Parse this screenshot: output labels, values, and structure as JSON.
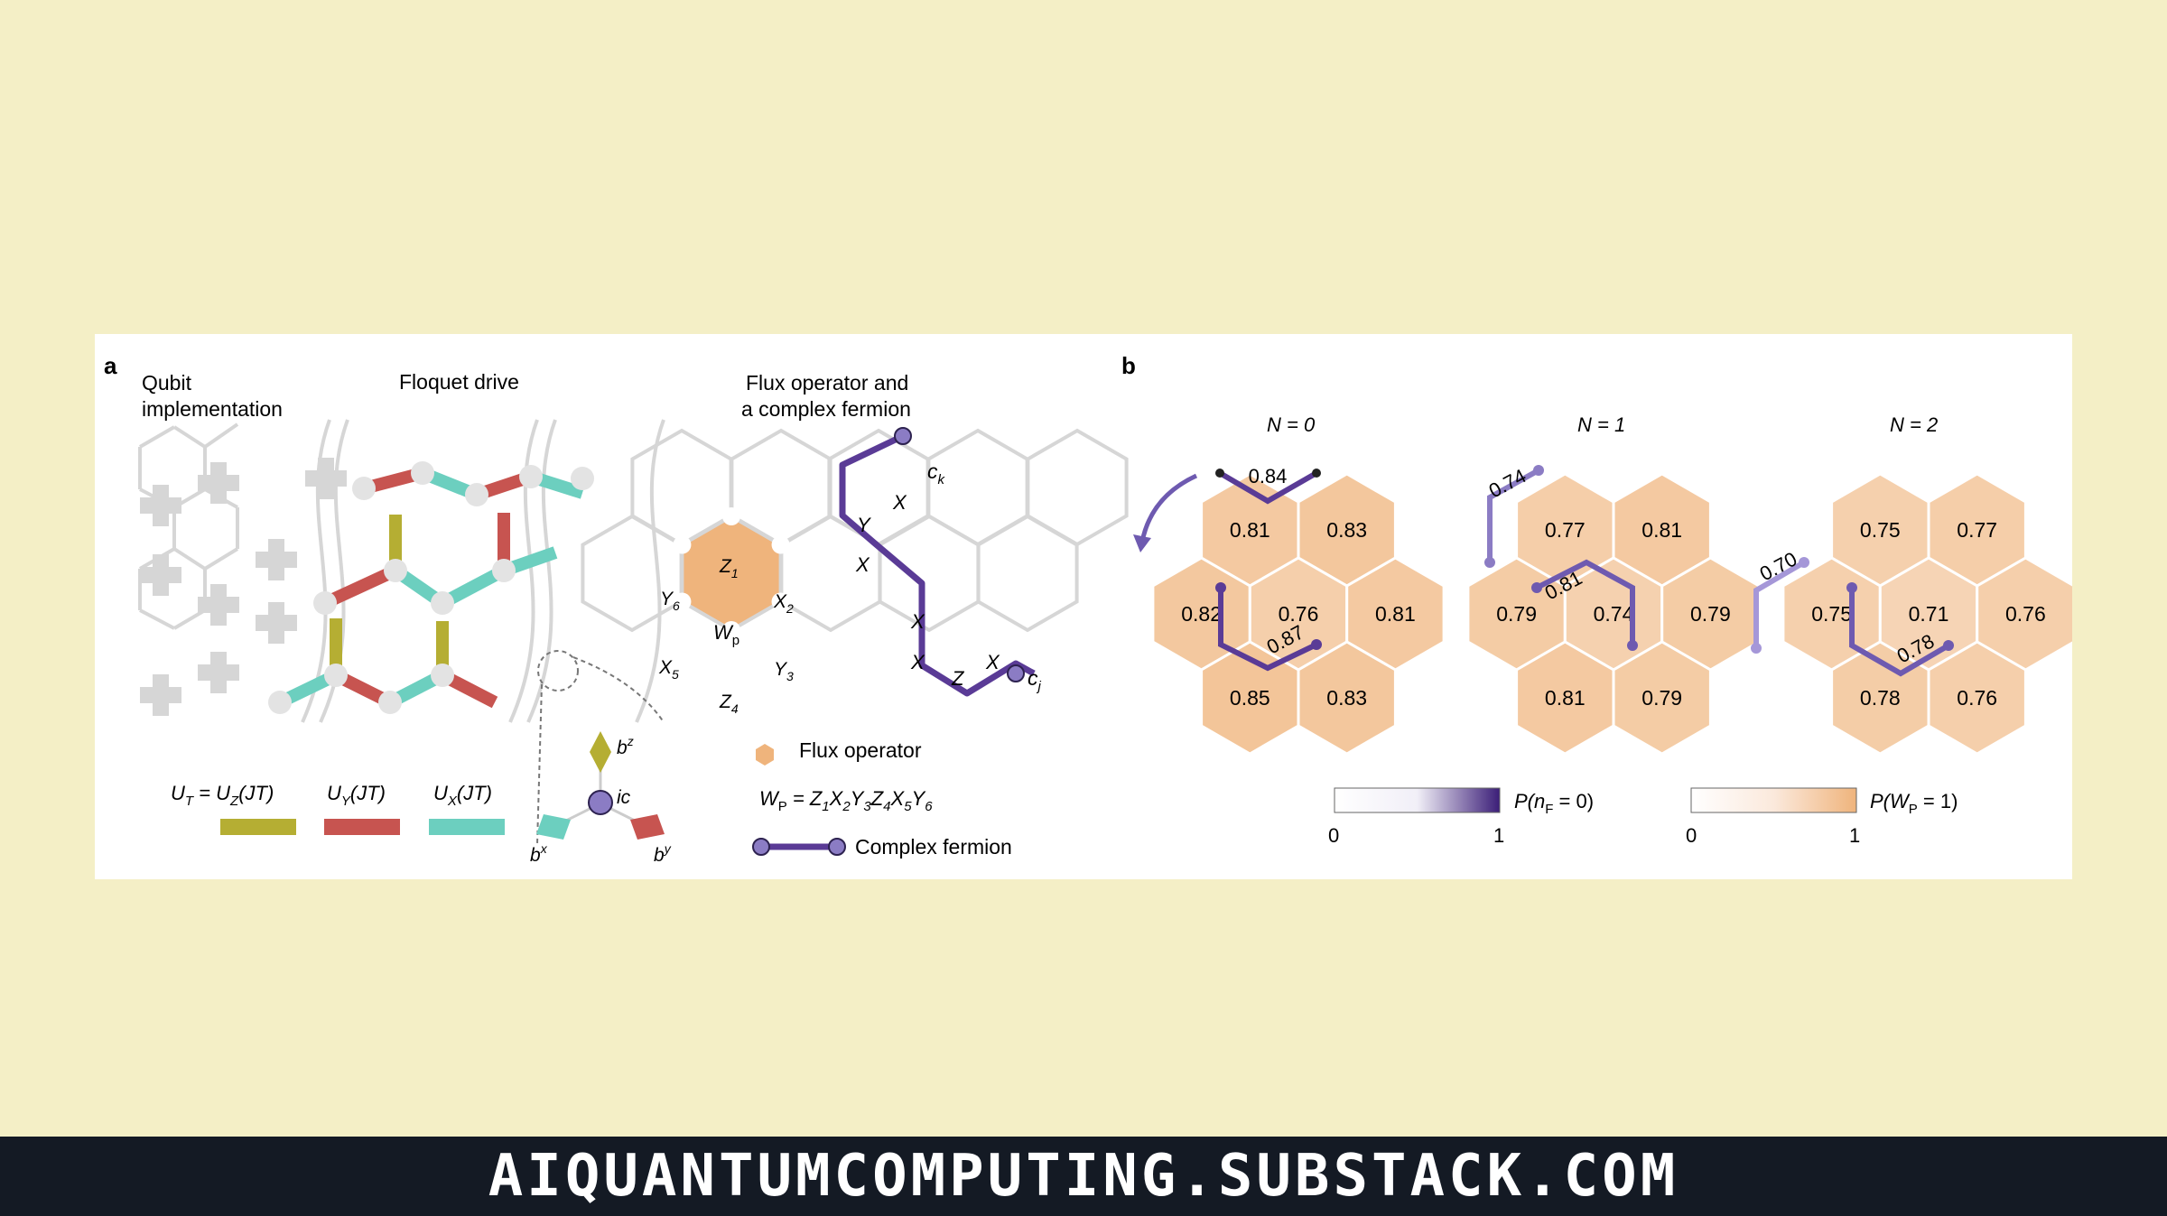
{
  "colors": {
    "background": "#f4efc6",
    "panel": "#ffffff",
    "lattice_gray": "#d9d9d9",
    "uz_olive": "#b5ae33",
    "uy_red": "#c75450",
    "ux_teal": "#6ccfbf",
    "fermion_purple": "#5a3b96",
    "flux_orange": "#efb47c",
    "hex_fill_light": "#f6dcbc",
    "banner": "#141a24",
    "banner_text": "#ffffff"
  },
  "panel_a": {
    "letter": "a",
    "col1_line1": "Qubit",
    "col1_line2": "implementation",
    "col2": "Floquet drive",
    "col3_line1": "Flux operator and",
    "col3_line2": "a complex fermion",
    "ck": "c",
    "ck_sub": "k",
    "cj": "c",
    "cj_sub": "j",
    "path_labels": [
      "X",
      "Y",
      "X",
      "X",
      "X",
      "Z",
      "X"
    ],
    "plaquette_W": "W",
    "plaquette_W_sub": "p",
    "vertex_labels": [
      {
        "main": "Z",
        "sub": "1"
      },
      {
        "main": "X",
        "sub": "2"
      },
      {
        "main": "Y",
        "sub": "3"
      },
      {
        "main": "Z",
        "sub": "4"
      },
      {
        "main": "X",
        "sub": "5"
      },
      {
        "main": "Y",
        "sub": "6"
      }
    ],
    "bz": "b",
    "bz_sup": "z",
    "bx": "b",
    "bx_sup": "x",
    "by": "b",
    "by_sup": "y",
    "ic": "ic",
    "legend_ut": "U",
    "legend_ut_sub": "T",
    "legend_ut_eq": " = U",
    "legend_ut_eq_sub": "Z",
    "legend_ut_tail": "(JT)",
    "legend_uy": "U",
    "legend_uy_sub": "Y",
    "legend_uy_tail": "(JT)",
    "legend_ux": "U",
    "legend_ux_sub": "X",
    "legend_ux_tail": "(JT)",
    "flux_operator_label": "Flux operator",
    "wp_eq": "W",
    "wp_eq_sub": "P",
    "wp_eq_rhs": " = Z",
    "wp_terms": [
      {
        "m": "X",
        "s": "2"
      },
      {
        "m": "Y",
        "s": "3"
      },
      {
        "m": "Z",
        "s": "4"
      },
      {
        "m": "X",
        "s": "5"
      },
      {
        "m": "Y",
        "s": "6"
      }
    ],
    "complex_fermion_label": "Complex fermion"
  },
  "panel_b": {
    "letter": "b",
    "groups": [
      {
        "title": "N = 0",
        "hex_values": [
          "0.81",
          "0.83",
          "0.82",
          "0.76",
          "0.81",
          "0.85",
          "0.83"
        ],
        "edge_values": [
          "0.84",
          "0.87"
        ]
      },
      {
        "title": "N = 1",
        "hex_values": [
          "0.77",
          "0.81",
          "0.79",
          "0.74",
          "0.79",
          "0.81",
          "0.79"
        ],
        "edge_values": [
          "0.74",
          "0.81"
        ]
      },
      {
        "title": "N = 2",
        "hex_values": [
          "0.75",
          "0.77",
          "0.75",
          "0.71",
          "0.76",
          "0.78",
          "0.76"
        ],
        "edge_values": [
          "0.70",
          "0.78"
        ]
      }
    ],
    "colorbar_nf": {
      "label": "P(n",
      "label_sub": "F",
      "label_tail": " = 0)",
      "min": "0",
      "max": "1"
    },
    "colorbar_wp": {
      "label": "P(W",
      "label_sub": "P",
      "label_tail": " = 1)",
      "min": "0",
      "max": "1"
    }
  },
  "banner": {
    "text": "AIQUANTUMCOMPUTING.SUBSTACK.COM"
  }
}
